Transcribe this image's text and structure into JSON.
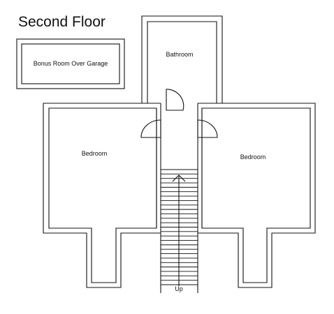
{
  "plan": {
    "title": "Second Floor",
    "rooms": {
      "bonus": "Bonus Room Over Garage",
      "bathroom": "Bathroom",
      "bedroom_left": "Bedroom",
      "bedroom_right": "Bedroom"
    },
    "stairs": {
      "label": "Up",
      "tread_count": 26
    }
  }
}
